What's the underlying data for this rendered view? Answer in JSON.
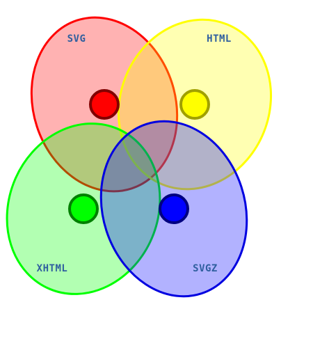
{
  "diagram": {
    "sets": [
      {
        "id": "svg",
        "label": "SVG",
        "fill_color": "#ff0000",
        "fill_opacity": 0.3,
        "stroke_color": "#ff0000",
        "marker_fill": "#ff0000",
        "marker_stroke": "#800000"
      },
      {
        "id": "html",
        "label": "HTML",
        "fill_color": "#ffff00",
        "fill_opacity": 0.3,
        "stroke_color": "#ffff00",
        "marker_fill": "#ffff00",
        "marker_stroke": "#a0a000"
      },
      {
        "id": "xhtml",
        "label": "XHTML",
        "fill_color": "#00ff00",
        "fill_opacity": 0.3,
        "stroke_color": "#00ff00",
        "marker_fill": "#00ff00",
        "marker_stroke": "#008000"
      },
      {
        "id": "svgz",
        "label": "SVGZ",
        "fill_color": "#0000ff",
        "fill_opacity": 0.3,
        "stroke_color": "#0000e0",
        "marker_fill": "#0000ff",
        "marker_stroke": "#000080"
      }
    ],
    "label_color": "#2f5f9f"
  }
}
